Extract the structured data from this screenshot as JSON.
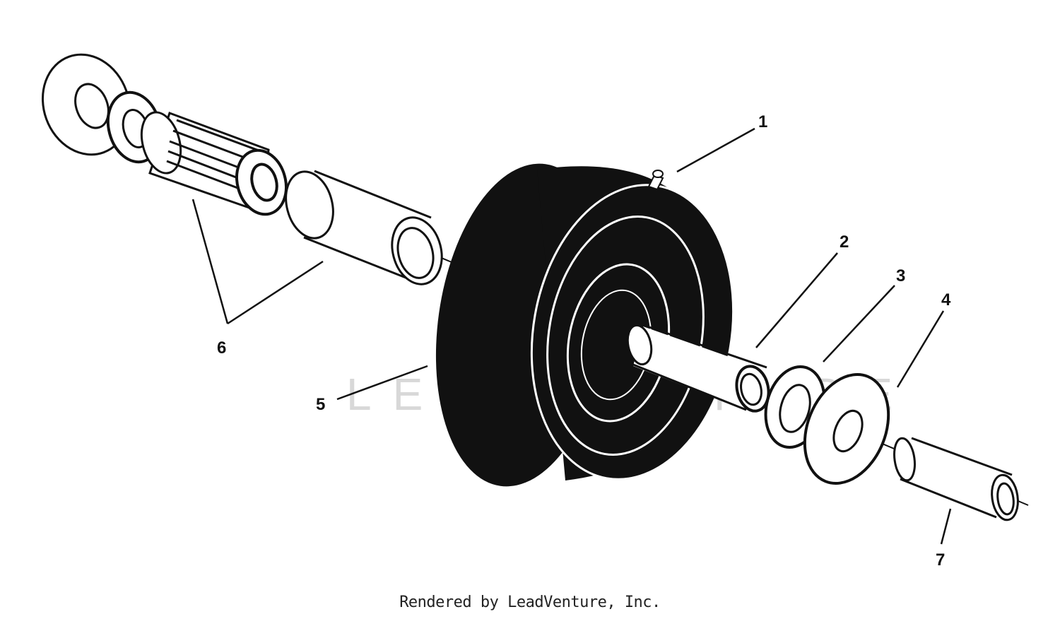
{
  "diagram": {
    "callouts": [
      {
        "id": "1",
        "label": "1"
      },
      {
        "id": "2",
        "label": "2"
      },
      {
        "id": "3",
        "label": "3"
      },
      {
        "id": "4",
        "label": "4"
      },
      {
        "id": "5",
        "label": "5"
      },
      {
        "id": "6",
        "label": "6"
      },
      {
        "id": "7",
        "label": "7"
      }
    ]
  },
  "watermark": {
    "text": "LEADVENTURE"
  },
  "footer": {
    "text": "Rendered by LeadVenture, Inc."
  },
  "colors": {
    "ink": "#111111",
    "watermark": "#d8d8d8"
  }
}
